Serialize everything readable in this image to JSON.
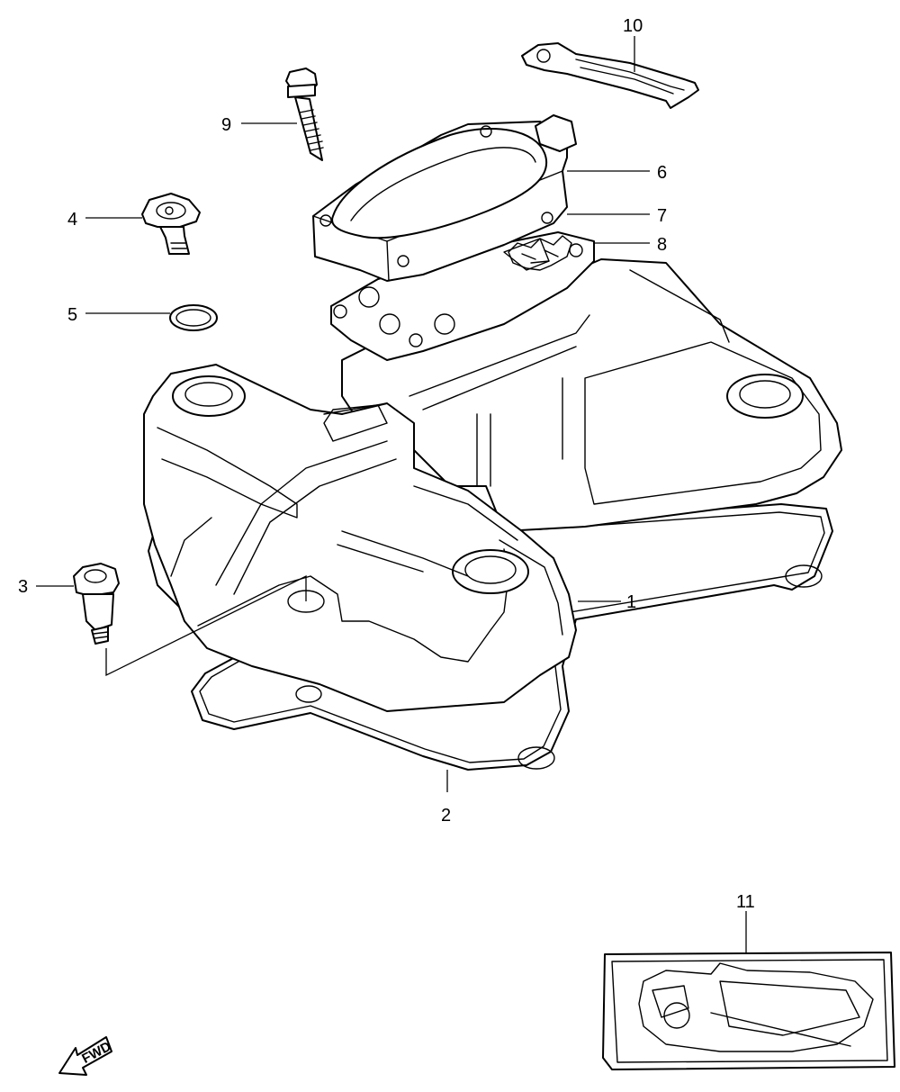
{
  "callouts": [
    {
      "id": "c1",
      "label": "1"
    },
    {
      "id": "c2",
      "label": "2"
    },
    {
      "id": "c3",
      "label": "3"
    },
    {
      "id": "c4",
      "label": "4"
    },
    {
      "id": "c5",
      "label": "5"
    },
    {
      "id": "c6",
      "label": "6"
    },
    {
      "id": "c7",
      "label": "7"
    },
    {
      "id": "c8",
      "label": "8"
    },
    {
      "id": "c9",
      "label": "9"
    },
    {
      "id": "c10",
      "label": "10"
    },
    {
      "id": "c11",
      "label": "11"
    }
  ],
  "fwd_arrow": {
    "label": "FWD",
    "icon": "forward-arrow-icon"
  }
}
